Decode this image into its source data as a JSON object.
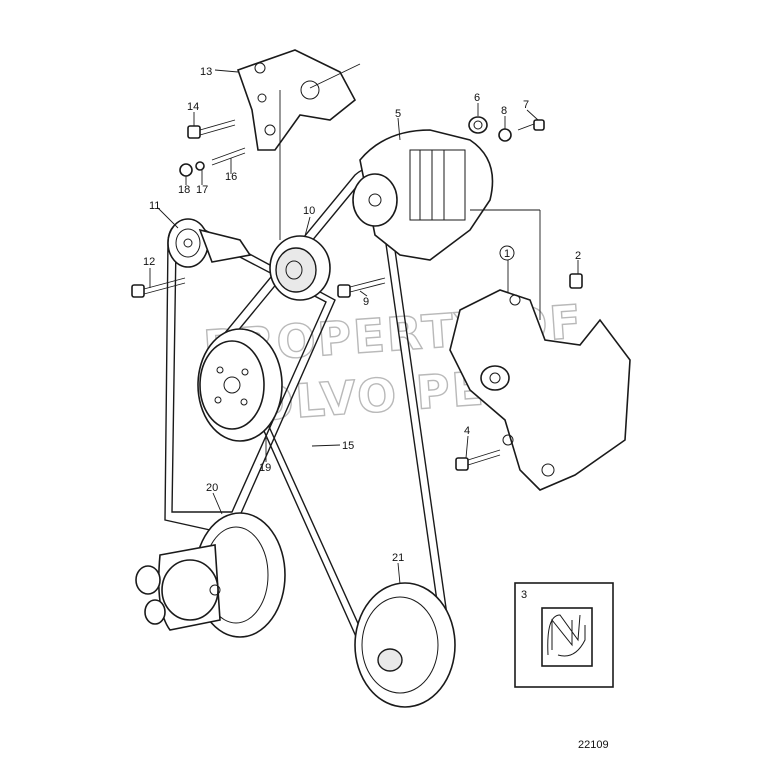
{
  "callouts": [
    {
      "id": "c13",
      "text": "13"
    },
    {
      "id": "c14",
      "text": "14"
    },
    {
      "id": "c16",
      "text": "16"
    },
    {
      "id": "c17",
      "text": "17"
    },
    {
      "id": "c18",
      "text": "18"
    },
    {
      "id": "c11",
      "text": "11"
    },
    {
      "id": "c12",
      "text": "12"
    },
    {
      "id": "c10",
      "text": "10"
    },
    {
      "id": "c5",
      "text": "5"
    },
    {
      "id": "c6",
      "text": "6"
    },
    {
      "id": "c8",
      "text": "8"
    },
    {
      "id": "c7",
      "text": "7"
    },
    {
      "id": "c9",
      "text": "9"
    },
    {
      "id": "c1",
      "text": "1"
    },
    {
      "id": "c2",
      "text": "2"
    },
    {
      "id": "c4",
      "text": "4"
    },
    {
      "id": "c15",
      "text": "15"
    },
    {
      "id": "c19",
      "text": "19"
    },
    {
      "id": "c20",
      "text": "20"
    },
    {
      "id": "c21",
      "text": "21"
    },
    {
      "id": "c3",
      "text": "3"
    }
  ],
  "watermark": {
    "line1": "PROPERTY OF",
    "line2": "VOLVO PENTA"
  },
  "figure_number": "22109"
}
